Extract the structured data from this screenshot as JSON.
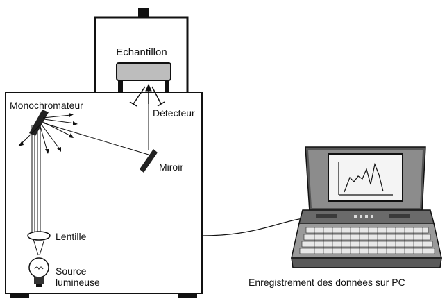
{
  "labels": {
    "echantillon": "Echantillon",
    "monochromateur": "Monochromateur",
    "detecteur": "Détecteur",
    "miroir": "Miroir",
    "lentille": "Lentille",
    "source_line1": "Source",
    "source_line2": "lumineuse",
    "caption": "Enregistrement des données sur PC"
  },
  "colors": {
    "line": "#111111",
    "frame_fill": "#ffffff",
    "sample_fill": "#bdbdbd",
    "laptop_dark": "#4a4a4a",
    "laptop_mid": "#8c8c8c",
    "laptop_light": "#d4d4d4",
    "screen_bg": "#f4f4f4"
  },
  "icons": {
    "source": "light-bulb-icon",
    "lens": "lens-icon",
    "monochromator": "grating-icon",
    "mirror": "mirror-icon",
    "detector": "detector-icon",
    "computer": "laptop-icon"
  }
}
